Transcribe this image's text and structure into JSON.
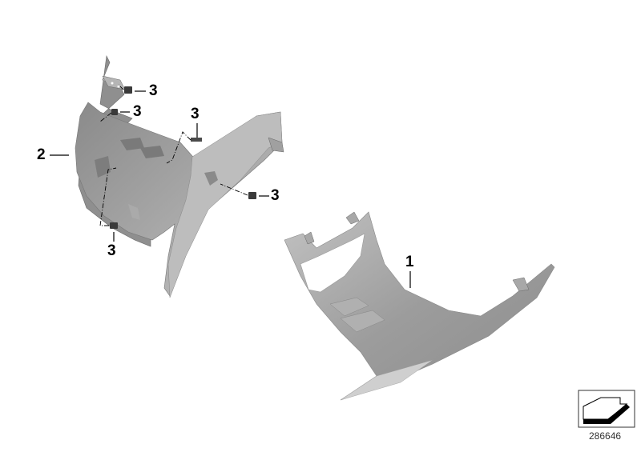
{
  "diagram": {
    "id_number": "286646",
    "callouts": [
      {
        "id": "c1",
        "label": "1",
        "part": "lower fairing panel"
      },
      {
        "id": "c2",
        "label": "2",
        "part": "side fairing panel"
      },
      {
        "id": "c3a",
        "label": "3",
        "part": "clip nut (upper)"
      },
      {
        "id": "c3b",
        "label": "3",
        "part": "clip nut (upper-middle)"
      },
      {
        "id": "c3c",
        "label": "3",
        "part": "clip nut (center)"
      },
      {
        "id": "c3d",
        "label": "3",
        "part": "clip nut (right)"
      },
      {
        "id": "c3e",
        "label": "3",
        "part": "clip nut (lower)"
      }
    ],
    "colors": {
      "part_fill": "#9a9a9a",
      "part_light": "#c8c8c8",
      "part_dark": "#6e6e6e",
      "fastener": "#3a3a3a",
      "line": "#000000"
    },
    "reference_icon": "arrow-down-left-icon"
  }
}
